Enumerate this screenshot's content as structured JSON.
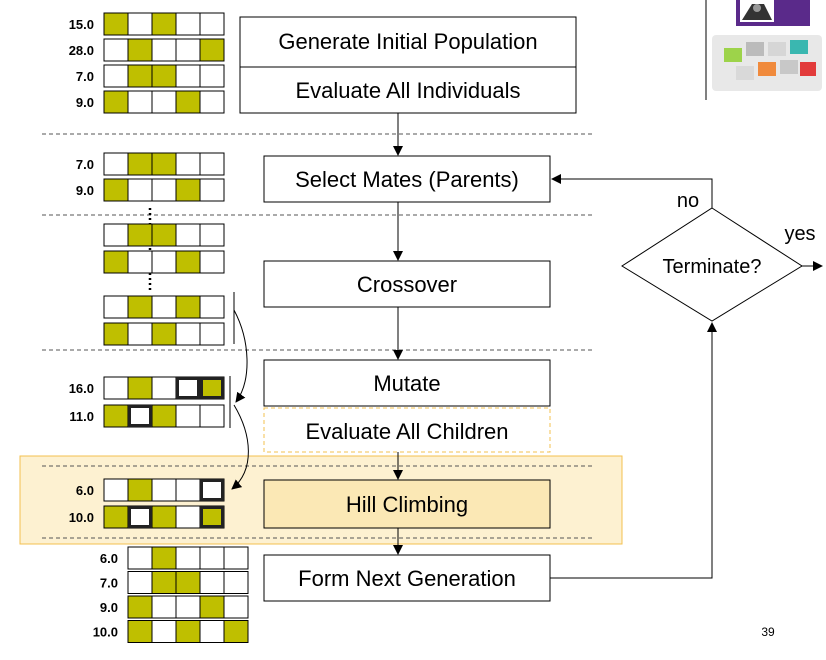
{
  "flow": {
    "generate": "Generate Initial Population",
    "evaluate_all": "Evaluate All Individuals",
    "select": "Select Mates (Parents)",
    "crossover": "Crossover",
    "mutate": "Mutate",
    "evaluate_children": "Evaluate All Children",
    "hill_climbing": "Hill Climbing",
    "form_next": "Form Next Generation",
    "terminate": "Terminate?",
    "no": "no",
    "yes": "yes"
  },
  "page_number": "39",
  "colors": {
    "gene_on": "#bfbf00",
    "gene_off": "#ffffff",
    "highlight_fill": "#fdf1d1",
    "highlight_border": "#f3c04f",
    "hill_box_fill": "#fbe8b5"
  },
  "groups": {
    "population": [
      {
        "fitness": "15.0",
        "genes": [
          1,
          0,
          1,
          0,
          0
        ]
      },
      {
        "fitness": "28.0",
        "genes": [
          0,
          1,
          0,
          0,
          1
        ]
      },
      {
        "fitness": "7.0",
        "genes": [
          0,
          1,
          1,
          0,
          0
        ]
      },
      {
        "fitness": "9.0",
        "genes": [
          1,
          0,
          0,
          1,
          0
        ]
      }
    ],
    "parents": [
      {
        "fitness": "7.0",
        "genes": [
          0,
          1,
          1,
          0,
          0
        ]
      },
      {
        "fitness": "9.0",
        "genes": [
          1,
          0,
          0,
          1,
          0
        ]
      }
    ],
    "crossover_parents": [
      {
        "fitness": "",
        "genes": [
          0,
          1,
          1,
          0,
          0
        ]
      },
      {
        "fitness": "",
        "genes": [
          1,
          0,
          0,
          1,
          0
        ]
      }
    ],
    "crossover_children": [
      {
        "fitness": "",
        "genes": [
          0,
          1,
          0,
          1,
          0
        ]
      },
      {
        "fitness": "",
        "genes": [
          1,
          0,
          1,
          0,
          0
        ]
      }
    ],
    "mutated": [
      {
        "fitness": "16.0",
        "genes": [
          0,
          1,
          0,
          0,
          1
        ]
      },
      {
        "fitness": "11.0",
        "genes": [
          1,
          0,
          1,
          0,
          0
        ]
      }
    ],
    "hill": [
      {
        "fitness": "6.0",
        "genes": [
          0,
          1,
          0,
          0,
          0
        ]
      },
      {
        "fitness": "10.0",
        "genes": [
          1,
          0,
          1,
          0,
          1
        ]
      }
    ],
    "next_gen": [
      {
        "fitness": "6.0",
        "genes": [
          0,
          1,
          0,
          0,
          0
        ]
      },
      {
        "fitness": "7.0",
        "genes": [
          0,
          1,
          1,
          0,
          0
        ]
      },
      {
        "fitness": "9.0",
        "genes": [
          1,
          0,
          0,
          1,
          0
        ]
      },
      {
        "fitness": "10.0",
        "genes": [
          1,
          0,
          1,
          0,
          1
        ]
      }
    ]
  }
}
